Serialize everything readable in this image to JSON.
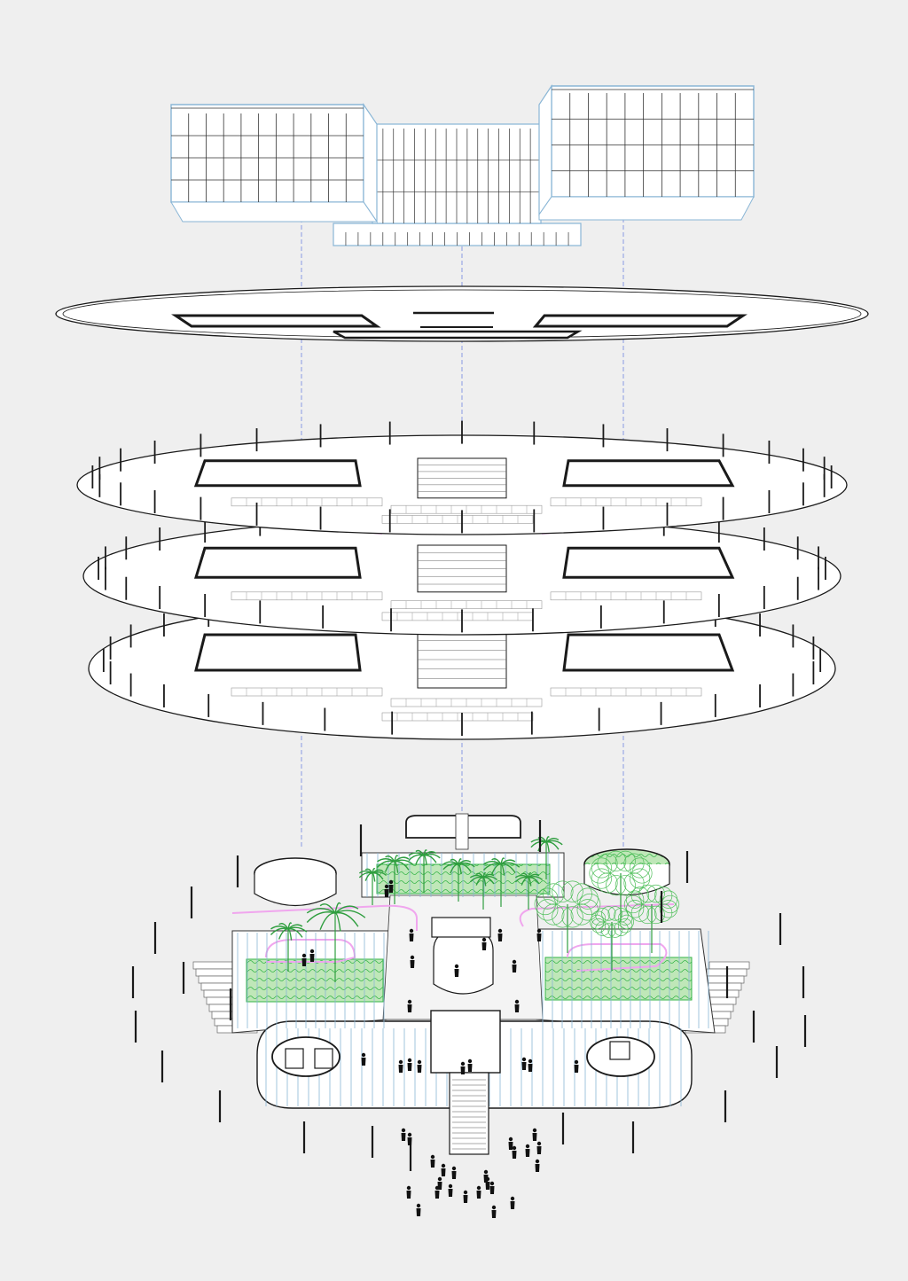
{
  "colors": {
    "background": "#efefef",
    "ink": "#1a1a1a",
    "glass": "#8ab6d6",
    "axis": "#6f86e0",
    "circulation": "#f0a6ee",
    "planting": "#35b548",
    "planting_fill": "#bfe7b8",
    "people": "#111111"
  },
  "layers": [
    {
      "id": "office-towers",
      "kind": "building"
    },
    {
      "id": "roof-slab",
      "kind": "slab"
    },
    {
      "id": "floor-3",
      "kind": "floor"
    },
    {
      "id": "floor-2",
      "kind": "floor"
    },
    {
      "id": "floor-1",
      "kind": "floor"
    },
    {
      "id": "ground-garden-level",
      "kind": "ground"
    }
  ],
  "features": {
    "vertical_axes": 3,
    "people_shown": true,
    "vegetation_shown": true,
    "circulation_ramps_shown": true
  }
}
